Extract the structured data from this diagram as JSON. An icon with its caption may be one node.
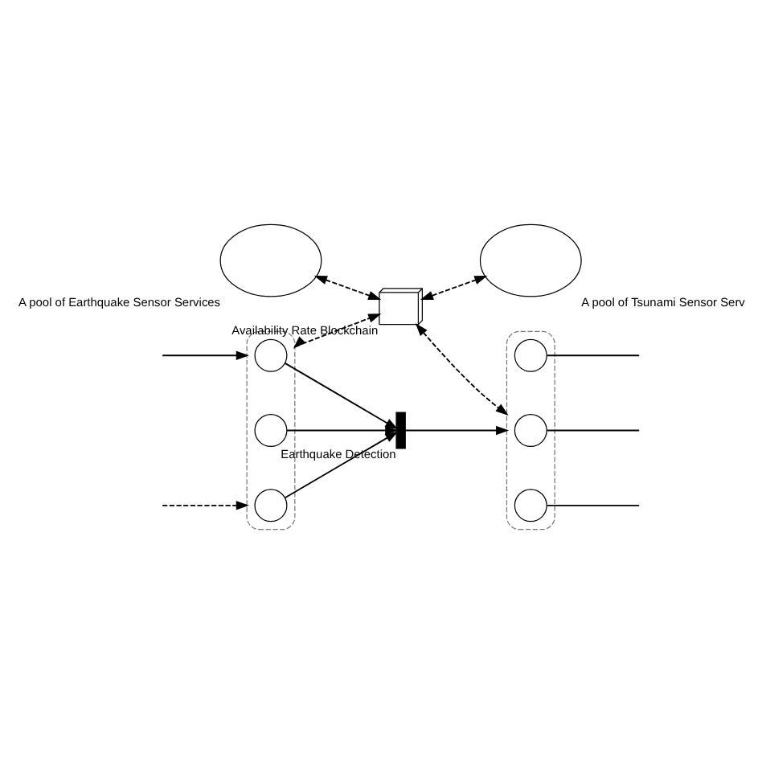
{
  "diagram": {
    "nodes": [
      {
        "text": [],
        "shape": "box"
      },
      {
        "text": [],
        "shape": "circle",
        "in": 0
      },
      {
        "text": [],
        "shape": "circle",
        "in": 0
      },
      {
        "text": [],
        "shape": "circle",
        "in": 0
      },
      {
        "text": [],
        "shape": "bar",
        "beside": [
          "Earthquake Detection"
        ]
      },
      {
        "text": [],
        "shape": "box"
      },
      {
        "text": [],
        "shape": "circle",
        "in": 5
      },
      {
        "text": [],
        "shape": "circle",
        "in": 5
      },
      {
        "text": [],
        "shape": "circle",
        "in": 5
      },
      {
        "text": [],
        "shape": "picture",
        "beside": [
          "Availability Rate Blockchain"
        ]
      },
      {
        "text": [],
        "shape": "cloud",
        "beside": [
          "A pool of Earthquake Sensor Services"
        ]
      },
      {
        "text": [],
        "shape": "cloud",
        "beside": [
          "A pool of Tsunami Sensor Serv"
        ]
      }
    ],
    "edges": [
      {
        "from": null,
        "to": 0,
        "arrow": "to"
      },
      {
        "from": 1,
        "to": 4,
        "arrow": "to"
      },
      {
        "from": 2,
        "to": 4,
        "arrow": "to"
      },
      {
        "from": 3,
        "to": 4,
        "arrow": "to"
      },
      {
        "from": 4,
        "to": 5,
        "arrow": "to"
      },
      {
        "from": 6,
        "to": null,
        "arrow": "none"
      },
      {
        "from": 7,
        "to": null,
        "arrow": "none"
      },
      {
        "from": 8,
        "to": null,
        "arrow": "none"
      },
      {
        "from": null,
        "to": 0,
        "arrow": "to",
        "style": "dashed"
      },
      {
        "from": 0,
        "to": 9,
        "arrow": "both",
        "style": "dashed"
      },
      {
        "from": 9,
        "to": 5,
        "arrow": "both",
        "style": "dashed"
      },
      {
        "from": 10,
        "to": 9,
        "arrow": "both",
        "style": "dashed"
      },
      {
        "from": 9,
        "to": 11,
        "arrow": "both",
        "style": "dashed"
      }
    ]
  }
}
